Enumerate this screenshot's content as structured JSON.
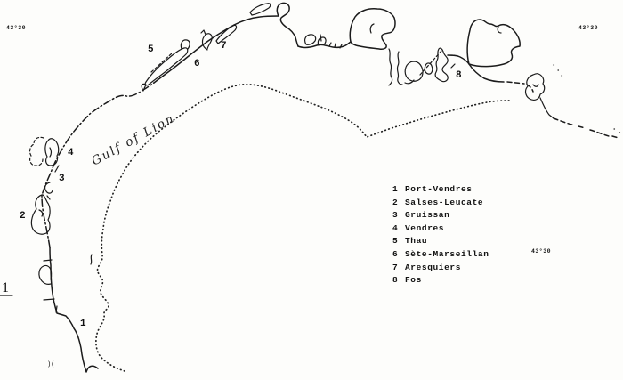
{
  "map": {
    "sea_label": "Gulf of Lion",
    "figure_number": "1",
    "bottom_mark": ")(",
    "coordinate_labels": {
      "top_left": "43°30",
      "top_right": "43°30",
      "mid_right": "43°30"
    },
    "markers": [
      {
        "num": "1"
      },
      {
        "num": "2"
      },
      {
        "num": "3"
      },
      {
        "num": "4"
      },
      {
        "num": "5"
      },
      {
        "num": "6"
      },
      {
        "num": "7"
      },
      {
        "num": "8"
      }
    ]
  },
  "legend": {
    "items": [
      {
        "num": "1",
        "name": "Port-Vendres"
      },
      {
        "num": "2",
        "name": "Salses-Leucate"
      },
      {
        "num": "3",
        "name": "Gruissan"
      },
      {
        "num": "4",
        "name": "Vendres"
      },
      {
        "num": "5",
        "name": "Thau"
      },
      {
        "num": "6",
        "name": "Sète-Marseillan"
      },
      {
        "num": "7",
        "name": "Aresquiers"
      },
      {
        "num": "8",
        "name": "Fos"
      }
    ]
  },
  "colors": {
    "ink": "#1b1b1b",
    "paper": "#fdfdfb"
  }
}
